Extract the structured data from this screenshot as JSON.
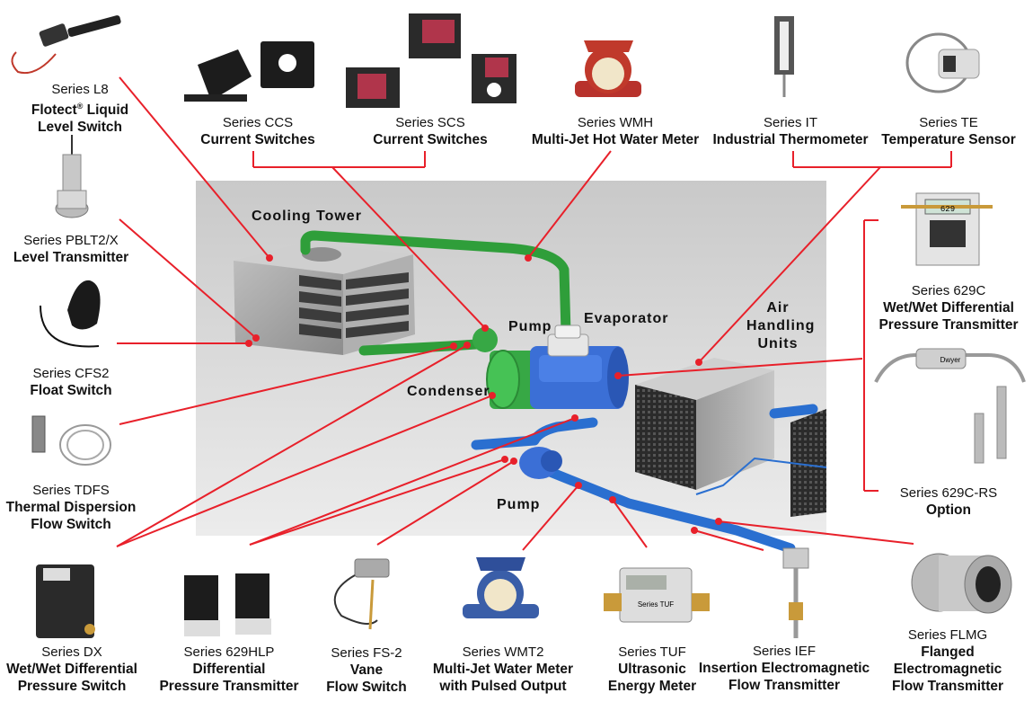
{
  "plant": {
    "cooling_tower": "Cooling Tower",
    "pump_top": "Pump",
    "evaporator": "Evaporator",
    "air_handling_units": "Air Handling Units",
    "condenser": "Condenser",
    "pump_bottom": "Pump"
  },
  "products": {
    "l8": {
      "series": "Series L8",
      "name1": "Flotect",
      "reg": "®",
      "name1b": " Liquid",
      "name2": "Level Switch"
    },
    "pblt2x": {
      "series": "Series PBLT2/X",
      "name1": "Level Transmitter"
    },
    "cfs2": {
      "series": "Series CFS2",
      "name1": "Float Switch"
    },
    "tdfs": {
      "series": "Series TDFS",
      "name1": "Thermal Dispersion",
      "name2": "Flow Switch"
    },
    "ccs": {
      "series": "Series CCS",
      "name1": "Current Switches"
    },
    "scs": {
      "series": "Series SCS",
      "name1": "Current Switches"
    },
    "wmh": {
      "series": "Series WMH",
      "name1": "Multi-Jet Hot Water Meter"
    },
    "it": {
      "series": "Series IT",
      "name1": "Industrial Thermometer"
    },
    "te": {
      "series": "Series TE",
      "name1": "Temperature Sensor"
    },
    "c629": {
      "series": "Series 629C",
      "name1": "Wet/Wet Differential",
      "name2": "Pressure Transmitter"
    },
    "c629rs": {
      "series": "Series 629C-RS",
      "name1": "Option"
    },
    "dx": {
      "series": "Series DX",
      "name1": "Wet/Wet Differential",
      "name2": "Pressure Switch"
    },
    "hlp629": {
      "series": "Series 629HLP",
      "name1": "Differential",
      "name2": "Pressure Transmitter"
    },
    "fs2": {
      "series": "Series FS-2",
      "name1": "Vane",
      "name2": "Flow Switch"
    },
    "wmt2": {
      "series": "Series WMT2",
      "name1": "Multi-Jet Water Meter",
      "name2": "with Pulsed Output"
    },
    "tuf": {
      "series": "Series TUF",
      "name1": "Ultrasonic",
      "name2": "Energy Meter"
    },
    "ief": {
      "series": "Series IEF",
      "name1": "Insertion Electromagnetic",
      "name2": "Flow Transmitter"
    },
    "flmg": {
      "series": "Series FLMG",
      "name1": "Flanged",
      "name2": "Electromagnetic",
      "name3": "Flow Transmitter"
    }
  },
  "device_text": {
    "dwyer": "Dwyer",
    "display_629c": "629",
    "tuf_text": "Series TUF"
  },
  "colors": {
    "leader_line": "#e8202a",
    "green_pipe": "#2f9e3a",
    "blue_pipe": "#2a6fd0",
    "concrete": "#a9a9a9",
    "backdrop": "#d7d7d7",
    "pump_body": "#3b6fd6",
    "meter_brass": "#c99a3a"
  }
}
